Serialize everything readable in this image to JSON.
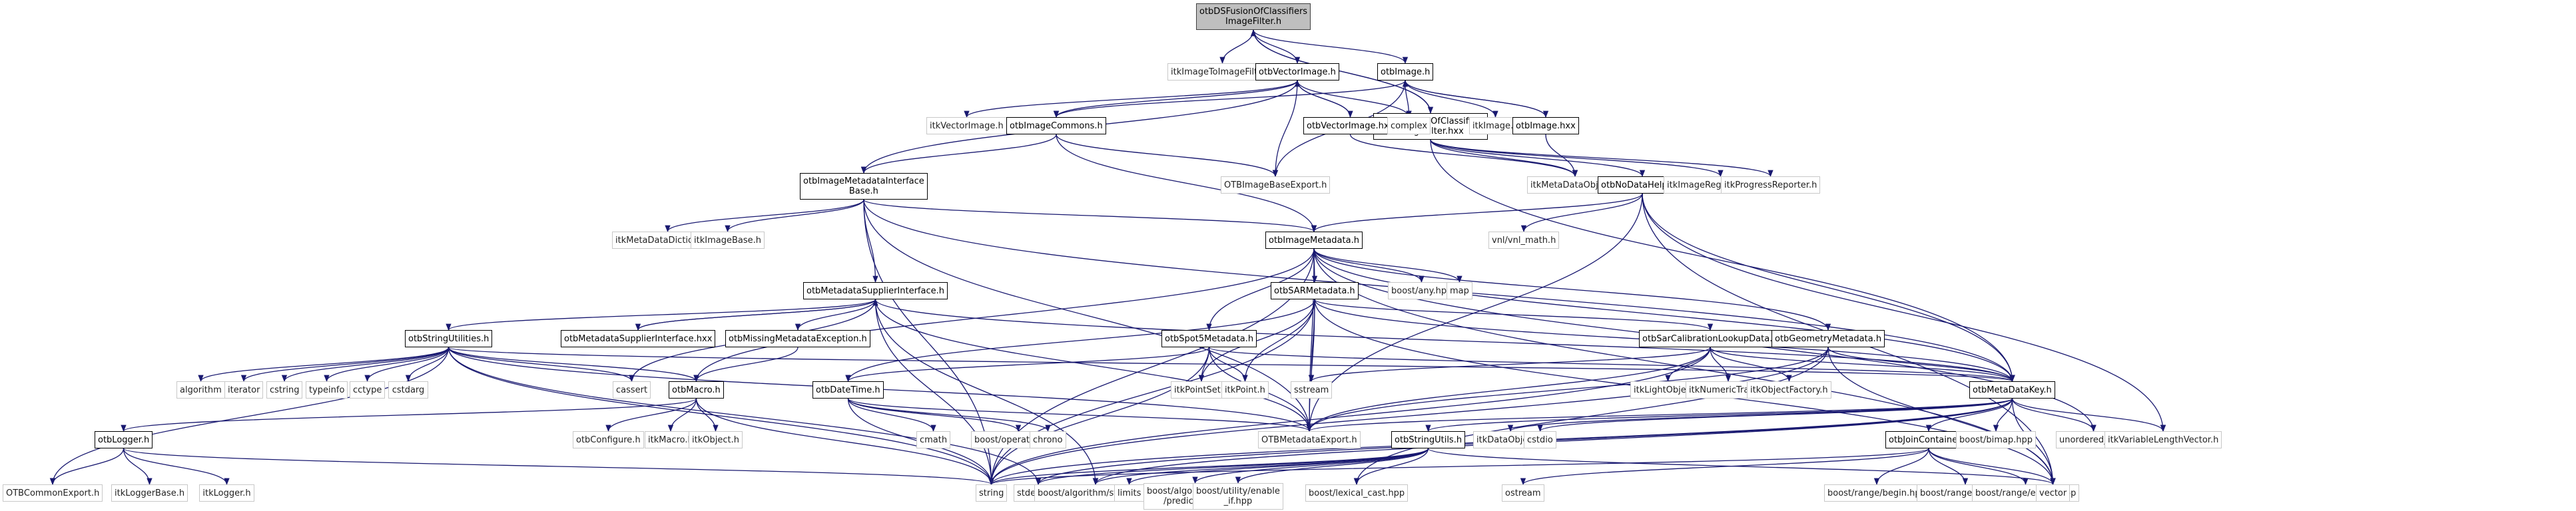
{
  "title": "otbDSFusionOfClassifiersImageFilter.h include dependency graph",
  "colors": {
    "edge": "#191970",
    "internal_border": "#000000",
    "external_border": "#c8c8c8",
    "root_fill": "#bfbfbf"
  },
  "nodes": [
    {
      "id": "root",
      "label": "otbDSFusionOfClassifiers\nImageFilter.h",
      "kind": "root"
    },
    {
      "id": "itkImageToImageFilter",
      "label": "itkImageToImageFilter.h",
      "kind": "ext"
    },
    {
      "id": "otbVectorImage",
      "label": "otbVectorImage.h",
      "kind": "int"
    },
    {
      "id": "otbImage",
      "label": "otbImage.h",
      "kind": "int"
    },
    {
      "id": "rootHxx",
      "label": "otbDSFusionOfClassifiers\nImageFilter.hxx",
      "kind": "int"
    },
    {
      "id": "itkVectorImage",
      "label": "itkVectorImage.h",
      "kind": "ext"
    },
    {
      "id": "otbImageCommons",
      "label": "otbImageCommons.h",
      "kind": "int"
    },
    {
      "id": "otbVectorImageHxx",
      "label": "otbVectorImage.hxx",
      "kind": "int"
    },
    {
      "id": "complex",
      "label": "complex",
      "kind": "ext"
    },
    {
      "id": "itkImage",
      "label": "itkImage.h",
      "kind": "ext"
    },
    {
      "id": "otbImageHxx",
      "label": "otbImage.hxx",
      "kind": "int"
    },
    {
      "id": "otbIMIB",
      "label": "otbImageMetadataInterface\nBase.h",
      "kind": "int"
    },
    {
      "id": "OTBImageBaseExport",
      "label": "OTBImageBaseExport.h",
      "kind": "ext"
    },
    {
      "id": "itkMetaDataObject",
      "label": "itkMetaDataObject.h",
      "kind": "ext"
    },
    {
      "id": "otbNoDataHelper",
      "label": "otbNoDataHelper.h",
      "kind": "int"
    },
    {
      "id": "itkImageRegionIterator",
      "label": "itkImageRegionIterator.h",
      "kind": "ext"
    },
    {
      "id": "itkProgressReporter",
      "label": "itkProgressReporter.h",
      "kind": "ext"
    },
    {
      "id": "itkMetaDataDictionary",
      "label": "itkMetaDataDictionary.h",
      "kind": "ext"
    },
    {
      "id": "itkImageBase",
      "label": "itkImageBase.h",
      "kind": "ext"
    },
    {
      "id": "otbImageMetadata",
      "label": "otbImageMetadata.h",
      "kind": "int"
    },
    {
      "id": "vnl_math",
      "label": "vnl/vnl_math.h",
      "kind": "ext"
    },
    {
      "id": "otbMSI",
      "label": "otbMetadataSupplierInterface.h",
      "kind": "int"
    },
    {
      "id": "otbSARMetadata",
      "label": "otbSARMetadata.h",
      "kind": "int"
    },
    {
      "id": "boostAny",
      "label": "boost/any.hpp",
      "kind": "ext"
    },
    {
      "id": "map",
      "label": "map",
      "kind": "ext"
    },
    {
      "id": "otbStringUtilities",
      "label": "otbStringUtilities.h",
      "kind": "int"
    },
    {
      "id": "otbMSIHxx",
      "label": "otbMetadataSupplierInterface.hxx",
      "kind": "int"
    },
    {
      "id": "otbMissingMeta",
      "label": "otbMissingMetadataException.h",
      "kind": "int"
    },
    {
      "id": "otbSpot5Metadata",
      "label": "otbSpot5Metadata.h",
      "kind": "int"
    },
    {
      "id": "otbSarCal",
      "label": "otbSarCalibrationLookupData.h",
      "kind": "int"
    },
    {
      "id": "otbGeometryMetadata",
      "label": "otbGeometryMetadata.h",
      "kind": "int"
    },
    {
      "id": "algorithm",
      "label": "algorithm",
      "kind": "ext"
    },
    {
      "id": "iterator",
      "label": "iterator",
      "kind": "ext"
    },
    {
      "id": "cstring",
      "label": "cstring",
      "kind": "ext"
    },
    {
      "id": "typeinfo",
      "label": "typeinfo",
      "kind": "ext"
    },
    {
      "id": "cctype",
      "label": "cctype",
      "kind": "ext"
    },
    {
      "id": "cstdarg",
      "label": "cstdarg",
      "kind": "ext"
    },
    {
      "id": "cassert",
      "label": "cassert",
      "kind": "ext"
    },
    {
      "id": "otbMacro",
      "label": "otbMacro.h",
      "kind": "int"
    },
    {
      "id": "otbDateTime",
      "label": "otbDateTime.h",
      "kind": "int"
    },
    {
      "id": "itkPointSet",
      "label": "itkPointSet.h",
      "kind": "ext"
    },
    {
      "id": "itkPoint",
      "label": "itkPoint.h",
      "kind": "ext"
    },
    {
      "id": "sstream",
      "label": "sstream",
      "kind": "ext"
    },
    {
      "id": "itkLightObject",
      "label": "itkLightObject.h",
      "kind": "ext"
    },
    {
      "id": "itkNumericTraits",
      "label": "itkNumericTraits.h",
      "kind": "ext"
    },
    {
      "id": "itkObjectFactory",
      "label": "itkObjectFactory.h",
      "kind": "ext"
    },
    {
      "id": "otbMetaDataKey",
      "label": "otbMetaDataKey.h",
      "kind": "int"
    },
    {
      "id": "otbLogger",
      "label": "otbLogger.h",
      "kind": "int"
    },
    {
      "id": "otbConfigure",
      "label": "otbConfigure.h",
      "kind": "ext"
    },
    {
      "id": "itkMacro",
      "label": "itkMacro.h",
      "kind": "ext"
    },
    {
      "id": "itkObject",
      "label": "itkObject.h",
      "kind": "ext"
    },
    {
      "id": "cmath",
      "label": "cmath",
      "kind": "ext"
    },
    {
      "id": "boostOperators",
      "label": "boost/operators.hpp",
      "kind": "ext"
    },
    {
      "id": "chrono",
      "label": "chrono",
      "kind": "ext"
    },
    {
      "id": "OTBMetadataExport",
      "label": "OTBMetadataExport.h",
      "kind": "ext"
    },
    {
      "id": "otbStringUtils",
      "label": "otbStringUtils.h",
      "kind": "int"
    },
    {
      "id": "itkDataObject",
      "label": "itkDataObject.h",
      "kind": "ext"
    },
    {
      "id": "cstdio",
      "label": "cstdio",
      "kind": "ext"
    },
    {
      "id": "otbJoinContainer",
      "label": "otbJoinContainer.h",
      "kind": "int"
    },
    {
      "id": "boostBimap",
      "label": "boost/bimap.hpp",
      "kind": "ext"
    },
    {
      "id": "unordered_map",
      "label": "unordered_map",
      "kind": "ext"
    },
    {
      "id": "itkVLV",
      "label": "itkVariableLengthVector.h",
      "kind": "ext"
    },
    {
      "id": "OTBCommonExport",
      "label": "OTBCommonExport.h",
      "kind": "ext"
    },
    {
      "id": "itkLoggerBase",
      "label": "itkLoggerBase.h",
      "kind": "ext"
    },
    {
      "id": "itkLogger",
      "label": "itkLogger.h",
      "kind": "ext"
    },
    {
      "id": "string",
      "label": "string",
      "kind": "ext"
    },
    {
      "id": "stdexcept",
      "label": "stdexcept",
      "kind": "ext"
    },
    {
      "id": "boostAlgString",
      "label": "boost/algorithm/string.hpp",
      "kind": "ext"
    },
    {
      "id": "limits",
      "label": "limits",
      "kind": "ext"
    },
    {
      "id": "boostPredicate",
      "label": "boost/algorithm/string\n/predicate.hpp",
      "kind": "ext"
    },
    {
      "id": "boostEnableIf",
      "label": "boost/utility/enable\n_if.hpp",
      "kind": "ext"
    },
    {
      "id": "boostLexicalCast",
      "label": "boost/lexical_cast.hpp",
      "kind": "ext"
    },
    {
      "id": "ostream",
      "label": "ostream",
      "kind": "ext"
    },
    {
      "id": "boostRangeBegin",
      "label": "boost/range/begin.hpp",
      "kind": "ext"
    },
    {
      "id": "boostRangeEnd",
      "label": "boost/range/end.hpp",
      "kind": "ext"
    },
    {
      "id": "boostRangeEmpty",
      "label": "boost/range/empty.hpp",
      "kind": "ext"
    },
    {
      "id": "vector",
      "label": "vector",
      "kind": "ext"
    }
  ],
  "edges": [
    [
      "root",
      "itkImageToImageFilter"
    ],
    [
      "root",
      "otbVectorImage"
    ],
    [
      "root",
      "otbImage"
    ],
    [
      "root",
      "rootHxx"
    ],
    [
      "rootHxx",
      "root"
    ],
    [
      "otbVectorImage",
      "itkVectorImage"
    ],
    [
      "otbVectorImage",
      "otbImageCommons"
    ],
    [
      "otbVectorImage",
      "otbVectorImageHxx"
    ],
    [
      "otbVectorImage",
      "complex"
    ],
    [
      "otbVectorImage",
      "otbIMIB"
    ],
    [
      "otbVectorImage",
      "OTBImageBaseExport"
    ],
    [
      "otbVectorImageHxx",
      "otbVectorImage"
    ],
    [
      "otbVectorImageHxx",
      "itkMetaDataObject"
    ],
    [
      "otbImage",
      "complex"
    ],
    [
      "otbImage",
      "itkImage"
    ],
    [
      "otbImage",
      "otbImageHxx"
    ],
    [
      "otbImage",
      "otbImageCommons"
    ],
    [
      "otbImage",
      "OTBImageBaseExport"
    ],
    [
      "otbImageHxx",
      "otbImage"
    ],
    [
      "otbImageHxx",
      "itkMetaDataObject"
    ],
    [
      "otbImageCommons",
      "otbIMIB"
    ],
    [
      "otbImageCommons",
      "OTBImageBaseExport"
    ],
    [
      "otbImageCommons",
      "otbImageMetadata"
    ],
    [
      "rootHxx",
      "itkMetaDataObject"
    ],
    [
      "rootHxx",
      "otbNoDataHelper"
    ],
    [
      "rootHxx",
      "itkImageRegionIterator"
    ],
    [
      "rootHxx",
      "itkProgressReporter"
    ],
    [
      "rootHxx",
      "otbMetaDataKey"
    ],
    [
      "otbIMIB",
      "itkMetaDataDictionary"
    ],
    [
      "otbIMIB",
      "itkImageBase"
    ],
    [
      "otbIMIB",
      "otbMSI"
    ],
    [
      "otbIMIB",
      "otbImageMetadata"
    ],
    [
      "otbIMIB",
      "OTBMetadataExport"
    ],
    [
      "otbIMIB",
      "string"
    ],
    [
      "otbIMIB",
      "otbMetaDataKey"
    ],
    [
      "otbNoDataHelper",
      "otbImageMetadata"
    ],
    [
      "otbNoDataHelper",
      "vnl_math"
    ],
    [
      "otbNoDataHelper",
      "OTBMetadataExport"
    ],
    [
      "otbNoDataHelper",
      "itkVLV"
    ],
    [
      "otbNoDataHelper",
      "vector"
    ],
    [
      "otbNoDataHelper",
      "otbMetaDataKey"
    ],
    [
      "otbImageMetadata",
      "otbSARMetadata"
    ],
    [
      "otbImageMetadata",
      "boostAny"
    ],
    [
      "otbImageMetadata",
      "map"
    ],
    [
      "otbImageMetadata",
      "otbMacro"
    ],
    [
      "otbImageMetadata",
      "OTBMetadataExport"
    ],
    [
      "otbImageMetadata",
      "otbMetaDataKey"
    ],
    [
      "otbImageMetadata",
      "otbSpot5Metadata"
    ],
    [
      "otbImageMetadata",
      "otbGeometryMetadata"
    ],
    [
      "otbImageMetadata",
      "string"
    ],
    [
      "otbImageMetadata",
      "unordered_map"
    ],
    [
      "otbImageMetadata",
      "vector"
    ],
    [
      "otbMSI",
      "otbStringUtilities"
    ],
    [
      "otbMSI",
      "otbMSIHxx"
    ],
    [
      "otbMSI",
      "otbMissingMeta"
    ],
    [
      "otbMSI",
      "OTBMetadataExport"
    ],
    [
      "otbMSI",
      "boostAlgString"
    ],
    [
      "otbMSI",
      "otbMetaDataKey"
    ],
    [
      "otbMSI",
      "string"
    ],
    [
      "otbMSI",
      "cassert"
    ],
    [
      "otbMSIHxx",
      "otbMSI"
    ],
    [
      "otbMissingMeta",
      "otbMacro"
    ],
    [
      "otbSARMetadata",
      "otbDateTime"
    ],
    [
      "otbSARMetadata",
      "otbSarCal"
    ],
    [
      "otbSARMetadata",
      "itkPointSet"
    ],
    [
      "otbSARMetadata",
      "itkPoint"
    ],
    [
      "otbSARMetadata",
      "sstream"
    ],
    [
      "otbSARMetadata",
      "OTBMetadataExport"
    ],
    [
      "otbSARMetadata",
      "string"
    ],
    [
      "otbSARMetadata",
      "vector"
    ],
    [
      "otbSARMetadata",
      "otbMetaDataKey"
    ],
    [
      "otbSpot5Metadata",
      "itkPointSet"
    ],
    [
      "otbSpot5Metadata",
      "itkPoint"
    ],
    [
      "otbSpot5Metadata",
      "OTBMetadataExport"
    ],
    [
      "otbSpot5Metadata",
      "otbDateTime"
    ],
    [
      "otbSpot5Metadata",
      "otbMetaDataKey"
    ],
    [
      "otbSpot5Metadata",
      "string"
    ],
    [
      "otbSarCal",
      "itkLightObject"
    ],
    [
      "otbSarCal",
      "itkNumericTraits"
    ],
    [
      "otbSarCal",
      "itkObjectFactory"
    ],
    [
      "otbSarCal",
      "sstream"
    ],
    [
      "otbSarCal",
      "OTBMetadataExport"
    ],
    [
      "otbSarCal",
      "otbMetaDataKey"
    ],
    [
      "otbSarCal",
      "string"
    ],
    [
      "otbGeometryMetadata",
      "otbMetaDataKey"
    ],
    [
      "otbGeometryMetadata",
      "OTBMetadataExport"
    ],
    [
      "otbGeometryMetadata",
      "string"
    ],
    [
      "otbGeometryMetadata",
      "boostLexicalCast"
    ],
    [
      "otbGeometryMetadata",
      "vector"
    ],
    [
      "otbStringUtilities",
      "algorithm"
    ],
    [
      "otbStringUtilities",
      "iterator"
    ],
    [
      "otbStringUtilities",
      "cstring"
    ],
    [
      "otbStringUtilities",
      "typeinfo"
    ],
    [
      "otbStringUtilities",
      "cctype"
    ],
    [
      "otbStringUtilities",
      "cstdarg"
    ],
    [
      "otbStringUtilities",
      "cassert"
    ],
    [
      "otbStringUtilities",
      "otbMacro"
    ],
    [
      "otbStringUtilities",
      "string"
    ],
    [
      "otbStringUtilities",
      "OTBCommonExport"
    ],
    [
      "otbStringUtilities",
      "stdexcept"
    ],
    [
      "otbStringUtilities",
      "OTBMetadataExport"
    ],
    [
      "otbStringUtilities",
      "otbMetaDataKey"
    ],
    [
      "otbMacro",
      "otbLogger"
    ],
    [
      "otbMacro",
      "otbConfigure"
    ],
    [
      "otbMacro",
      "itkMacro"
    ],
    [
      "otbMacro",
      "itkObject"
    ],
    [
      "otbMacro",
      "string"
    ],
    [
      "otbLogger",
      "OTBCommonExport"
    ],
    [
      "otbLogger",
      "itkLoggerBase"
    ],
    [
      "otbLogger",
      "itkLogger"
    ],
    [
      "otbLogger",
      "string"
    ],
    [
      "otbDateTime",
      "cmath"
    ],
    [
      "otbDateTime",
      "boostOperators"
    ],
    [
      "otbDateTime",
      "chrono"
    ],
    [
      "otbDateTime",
      "string"
    ],
    [
      "otbDateTime",
      "OTBMetadataExport"
    ],
    [
      "otbMetaDataKey",
      "otbStringUtils"
    ],
    [
      "otbMetaDataKey",
      "OTBMetadataExport"
    ],
    [
      "otbMetaDataKey",
      "itkDataObject"
    ],
    [
      "otbMetaDataKey",
      "cstdio"
    ],
    [
      "otbMetaDataKey",
      "otbJoinContainer"
    ],
    [
      "otbMetaDataKey",
      "boostBimap"
    ],
    [
      "otbMetaDataKey",
      "unordered_map"
    ],
    [
      "otbMetaDataKey",
      "itkVLV"
    ],
    [
      "otbMetaDataKey",
      "vector"
    ],
    [
      "otbMetaDataKey",
      "string"
    ],
    [
      "otbMetaDataKey",
      "boostAlgString"
    ],
    [
      "otbMetaDataKey",
      "stdexcept"
    ],
    [
      "otbStringUtils",
      "string"
    ],
    [
      "otbStringUtils",
      "boostAlgString"
    ],
    [
      "otbStringUtils",
      "limits"
    ],
    [
      "otbStringUtils",
      "boostPredicate"
    ],
    [
      "otbStringUtils",
      "boostEnableIf"
    ],
    [
      "otbStringUtils",
      "boostLexicalCast"
    ],
    [
      "otbStringUtils",
      "vector"
    ],
    [
      "otbStringUtils",
      "stdexcept"
    ],
    [
      "otbJoinContainer",
      "boostRangeBegin"
    ],
    [
      "otbJoinContainer",
      "boostRangeEnd"
    ],
    [
      "otbJoinContainer",
      "boostRangeEmpty"
    ],
    [
      "otbJoinContainer",
      "ostream"
    ],
    [
      "otbJoinContainer",
      "string"
    ],
    [
      "otbJoinContainer",
      "vector"
    ]
  ]
}
